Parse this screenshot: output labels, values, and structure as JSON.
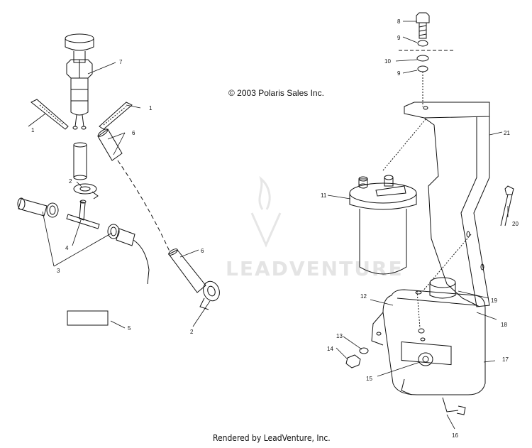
{
  "copyright": "© 2003 Polaris Sales Inc.",
  "footer": "Rendered by LeadVenture, Inc.",
  "watermark": "LEADVENTURE",
  "callouts": {
    "c1a": "1",
    "c1b": "1",
    "c2a": "2",
    "c2b": "2",
    "c3": "3",
    "c4": "4",
    "c5": "5",
    "c6a": "6",
    "c6b": "6",
    "c7": "7",
    "c8": "8",
    "c9a": "9",
    "c9b": "9",
    "c10": "10",
    "c11": "11",
    "c12": "12",
    "c13": "13",
    "c14": "14",
    "c15": "15",
    "c16": "16",
    "c17": "17",
    "c18": "18",
    "c19": "19",
    "c20": "20",
    "c21": "21"
  }
}
